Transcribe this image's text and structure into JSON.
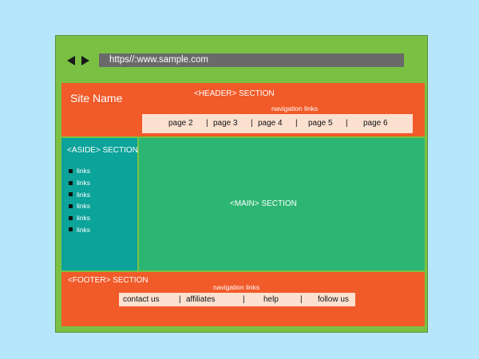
{
  "browser": {
    "url": "https//:www.sample.com"
  },
  "header": {
    "site_name": "Site Name",
    "section_label": "<HEADER> SECTION",
    "nav_caption": "navigation links",
    "nav_items": [
      "page 2",
      "page 3",
      "page 4",
      "page 5",
      "page 6"
    ],
    "separator": "|"
  },
  "aside": {
    "section_label": "<ASIDE> SECTION",
    "links": [
      "links",
      "links",
      "links",
      "links",
      "links",
      "links"
    ]
  },
  "main": {
    "section_label": "<MAIN> SECTION"
  },
  "footer": {
    "section_label": "<FOOTER> SECTION",
    "nav_caption": "navigation links",
    "nav_items": [
      "contact us",
      "affiliates",
      "help",
      "follow us"
    ],
    "separator": "|"
  },
  "colors": {
    "background": "#b6e6fb",
    "window": "#7ac143",
    "header_footer": "#f15a29",
    "aside": "#0ba39a",
    "main": "#2db673",
    "nav_bar": "#fce0d0",
    "url_bar": "#6a6a6a"
  }
}
